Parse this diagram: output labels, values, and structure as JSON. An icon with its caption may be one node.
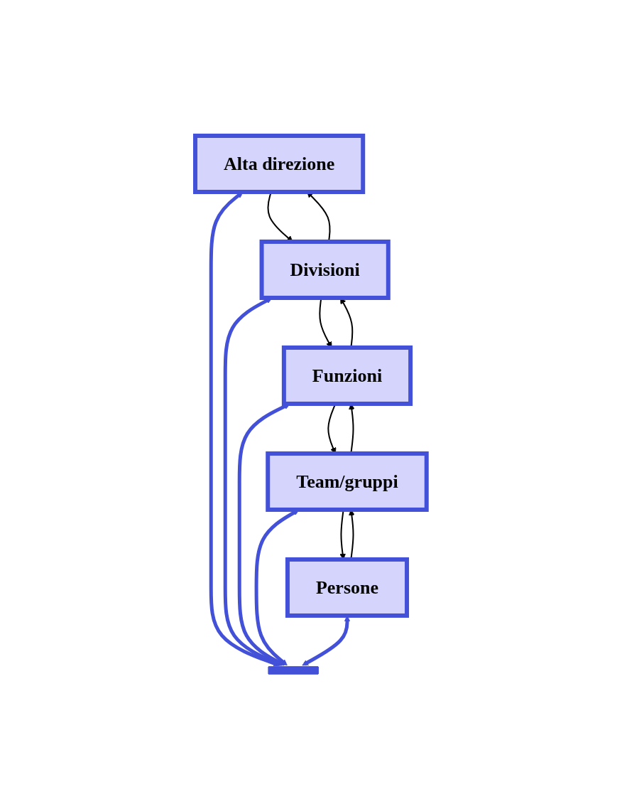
{
  "diagram": {
    "nodes": [
      {
        "text": [
          "Alta direzione"
        ]
      },
      {
        "text": [
          "Divisioni"
        ]
      },
      {
        "text": [
          "Funzioni"
        ]
      },
      {
        "text": [
          "Team/gruppi"
        ]
      },
      {
        "text": [
          "Persone"
        ]
      },
      {
        "text": [],
        "shape": "bar"
      }
    ],
    "edges": [
      {
        "from": 0,
        "to": 1,
        "arrow": "to"
      },
      {
        "from": 1,
        "to": 0,
        "arrow": "to"
      },
      {
        "from": 1,
        "to": 2,
        "arrow": "to"
      },
      {
        "from": 2,
        "to": 1,
        "arrow": "to"
      },
      {
        "from": 2,
        "to": 3,
        "arrow": "to"
      },
      {
        "from": 3,
        "to": 2,
        "arrow": "to"
      },
      {
        "from": 3,
        "to": 4,
        "arrow": "to"
      },
      {
        "from": 4,
        "to": 3,
        "arrow": "to"
      },
      {
        "from": 0,
        "to": 5,
        "arrow": "both",
        "style": "thick",
        "color": "#4350d8"
      },
      {
        "from": 1,
        "to": 5,
        "arrow": "both",
        "style": "thick",
        "color": "#4350d8"
      },
      {
        "from": 2,
        "to": 5,
        "arrow": "both",
        "style": "thick",
        "color": "#4350d8"
      },
      {
        "from": 3,
        "to": 5,
        "arrow": "both",
        "style": "thick",
        "color": "#4350d8"
      },
      {
        "from": 4,
        "to": 5,
        "arrow": "both",
        "style": "thick",
        "color": "#4350d8"
      }
    ]
  }
}
